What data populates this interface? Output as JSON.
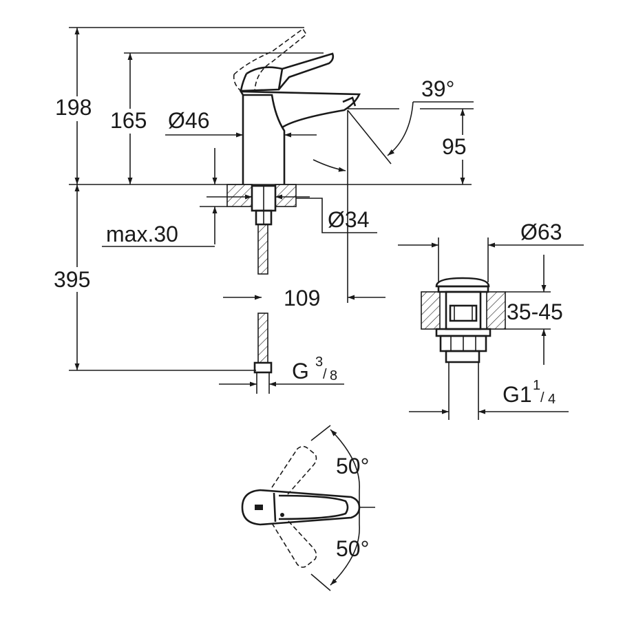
{
  "dimensions": {
    "total_height_top": "198",
    "spout_height": "165",
    "body_diameter": "Ø46",
    "lever_angle": "39°",
    "spout_outlet_height": "95",
    "hole_diameter": "Ø34",
    "max_deck_thickness": "max.30",
    "hose_length": "395",
    "spout_reach": "109",
    "hose_connection_g": "G",
    "hose_connection_num": "3",
    "hose_connection_den": "8",
    "waste_diameter": "Ø63",
    "waste_deck_range": "35-45",
    "waste_thread_g": "G1",
    "waste_thread_num": "1",
    "waste_thread_den": "4",
    "rotation_angle_top": "50°",
    "rotation_angle_bottom": "50°"
  }
}
